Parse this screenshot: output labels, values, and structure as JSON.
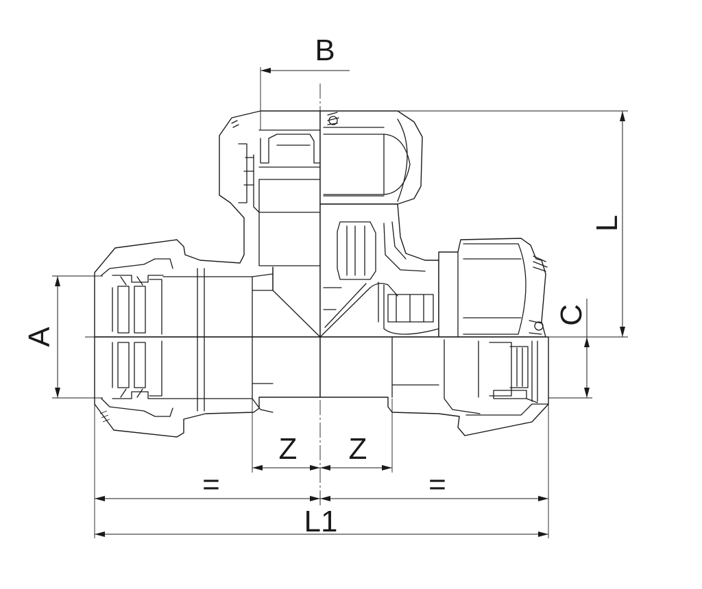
{
  "labels": {
    "A": "A",
    "B": "B",
    "C": "C",
    "L": "L",
    "L1": "L1",
    "Z_left": "Z",
    "Z_right": "Z",
    "eq_left": "=",
    "eq_right": "="
  }
}
